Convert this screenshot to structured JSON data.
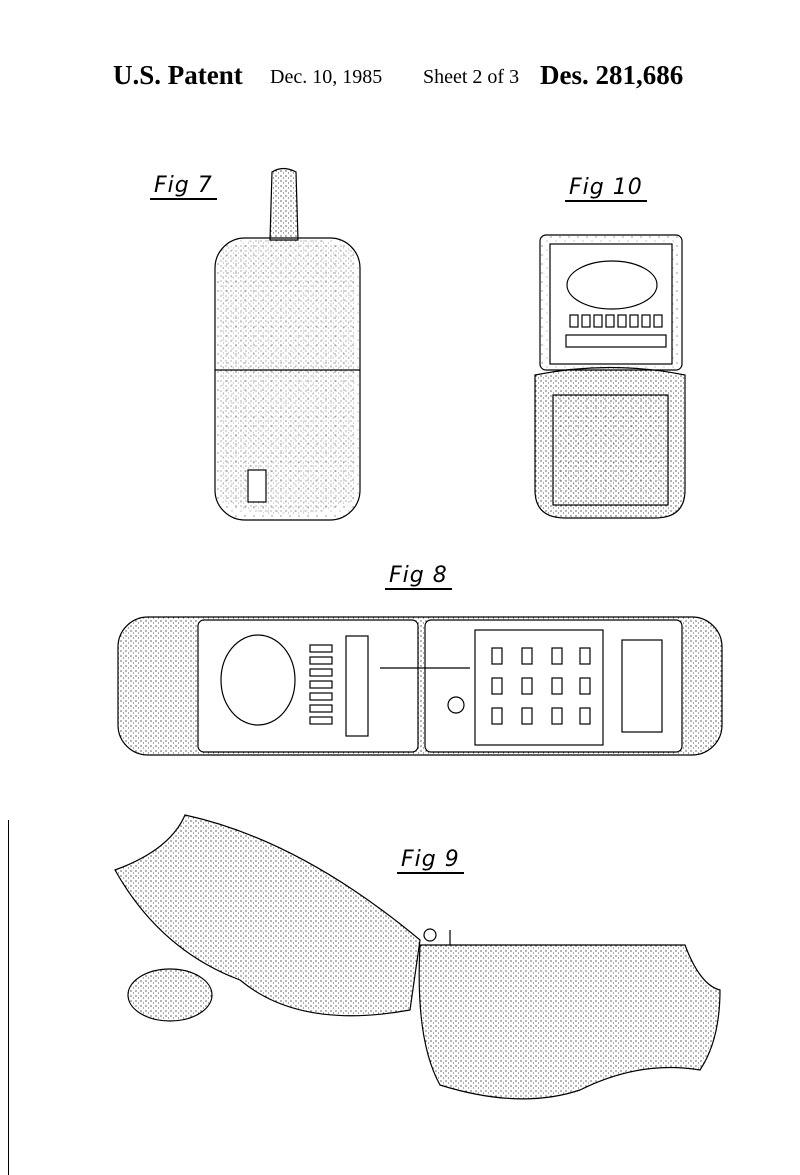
{
  "header": {
    "title": "U.S. Patent",
    "date": "Dec. 10, 1985",
    "sheet": "Sheet 2 of 3",
    "patent_number": "Des. 281,686"
  },
  "figures": [
    {
      "label": "Fig 7"
    },
    {
      "label": "Fig 10"
    },
    {
      "label": "Fig 8"
    },
    {
      "label": "Fig 9"
    }
  ]
}
